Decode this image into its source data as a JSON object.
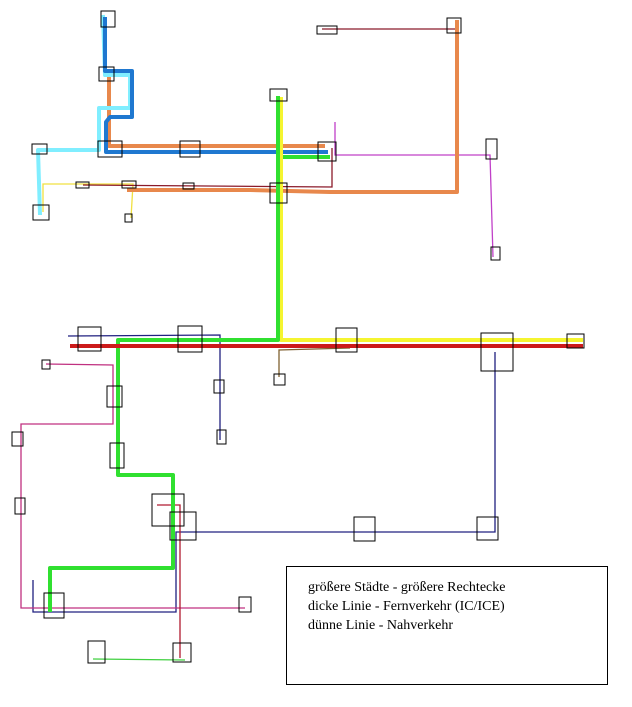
{
  "title": "Schienennetz-Skizze",
  "colors": {
    "fern_blau": "#1f78d0",
    "fern_hellblau": "#80eeff",
    "fern_orange": "#e8884c",
    "fern_gruen": "#30e030",
    "fern_gelb": "#f5f530",
    "fern_rot": "#cc1a1a",
    "nah_dunkelrot": "#8b1a2a",
    "nah_magenta": "#c040c8",
    "nah_navy": "#202080",
    "nah_pink": "#c03080",
    "nah_braun": "#806030",
    "nah_gelb": "#f0e040",
    "nah_gruen": "#40d040"
  },
  "legend": {
    "lines": [
      "größere Städte - größere Rechtecke",
      "dicke Linie - Fernverkehr (IC/ICE)",
      "dünne Linie - Nahverkehr"
    ]
  }
}
